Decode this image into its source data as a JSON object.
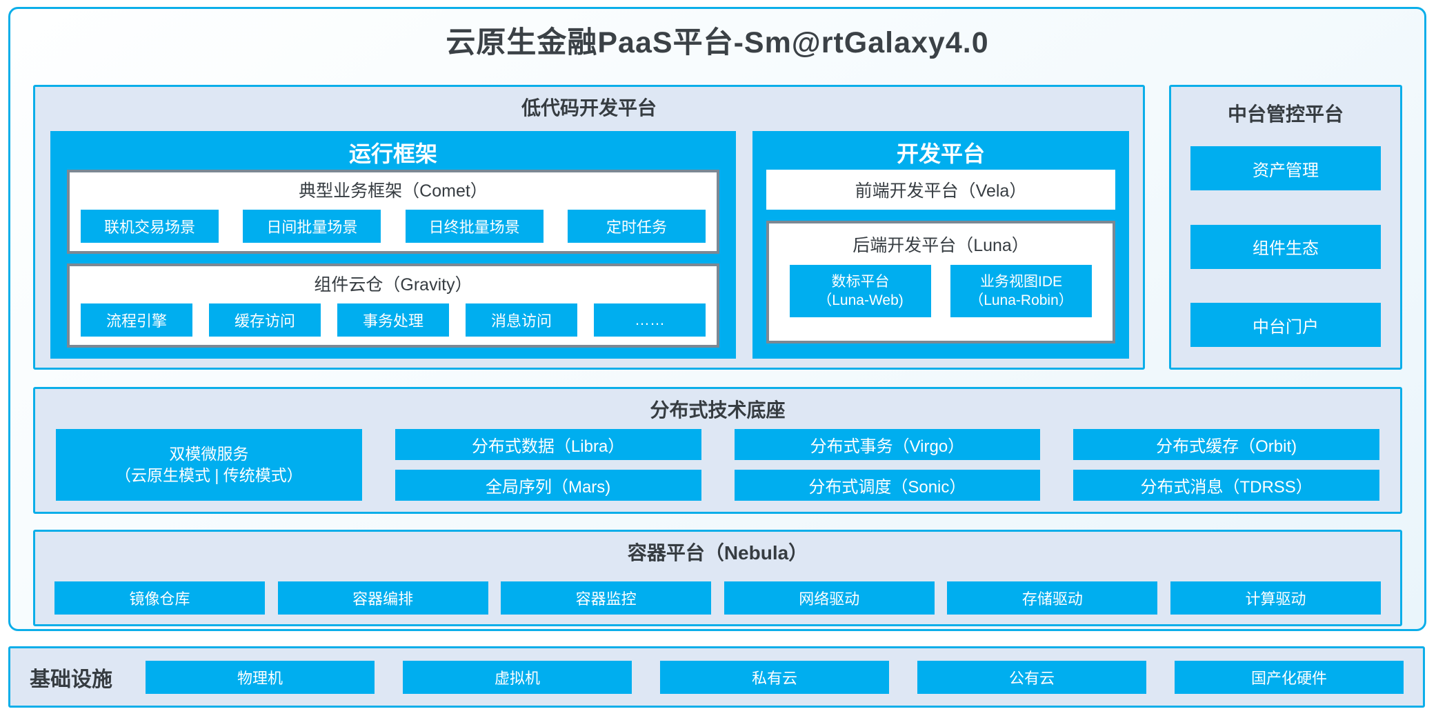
{
  "title": "云原生金融PaaS平台-Sm@rtGalaxy4.0",
  "colors": {
    "accent_blue": "#00aeef",
    "border_cyan": "#0baee9",
    "panel_fill": "#dee7f4",
    "gray_box_border": "#7c8893",
    "dark_text": "#363c41"
  },
  "low_code": {
    "title": "低代码开发平台",
    "runtime": {
      "title": "运行框架",
      "comet": {
        "title": "典型业务框架（Comet）",
        "items": [
          "联机交易场景",
          "日间批量场景",
          "日终批量场景",
          "定时任务"
        ]
      },
      "gravity": {
        "title": "组件云仓（Gravity）",
        "items": [
          "流程引擎",
          "缓存访问",
          "事务处理",
          "消息访问",
          "……"
        ]
      }
    },
    "dev": {
      "title": "开发平台",
      "vela": {
        "title": "前端开发平台（Vela）"
      },
      "luna": {
        "title": "后端开发平台（Luna）",
        "items": [
          {
            "line1": "数标平台",
            "line2": "（Luna-Web)"
          },
          {
            "line1": "业务视图IDE",
            "line2": "（Luna-Robin）"
          }
        ]
      }
    }
  },
  "mid_platform": {
    "title": "中台管控平台",
    "items": [
      "资产管理",
      "组件生态",
      "中台门户"
    ]
  },
  "distributed": {
    "title": "分布式技术底座",
    "dual_mode": {
      "line1": "双模微服务",
      "line2": "（云原生模式 | 传统模式）"
    },
    "columns": [
      [
        "分布式数据（Libra）",
        "全局序列（Mars)"
      ],
      [
        "分布式事务（Virgo）",
        "分布式调度（Sonic）"
      ],
      [
        "分布式缓存（Orbit)",
        "分布式消息（TDRSS）"
      ]
    ]
  },
  "container_platform": {
    "title": "容器平台（Nebula）",
    "items": [
      "镜像仓库",
      "容器编排",
      "容器监控",
      "网络驱动",
      "存储驱动",
      "计算驱动"
    ]
  },
  "infrastructure": {
    "title": "基础设施",
    "items": [
      "物理机",
      "虚拟机",
      "私有云",
      "公有云",
      "国产化硬件"
    ]
  }
}
